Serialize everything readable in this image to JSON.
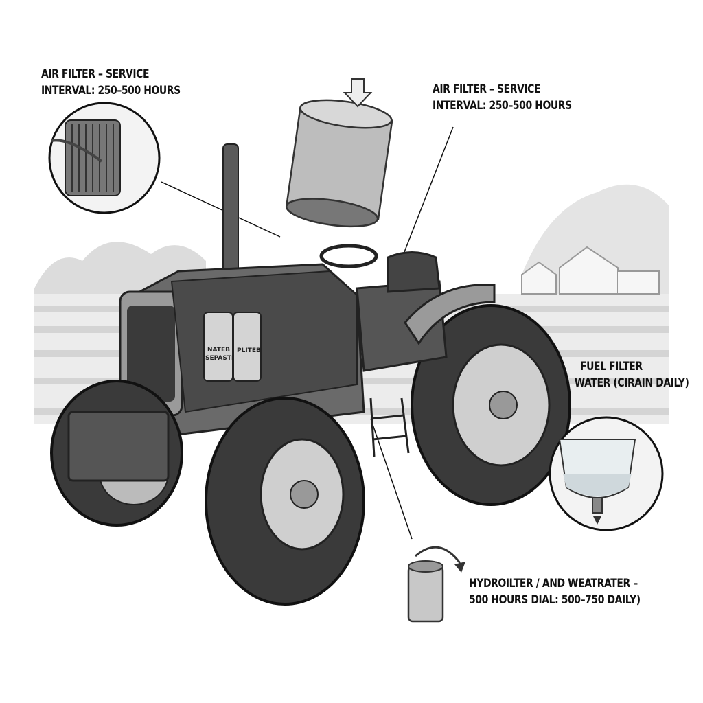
{
  "callouts": {
    "air_filter_left": {
      "line1": "AIR FILTER – SERVICE",
      "line2": "INTERVAL: 250–500 HOURS"
    },
    "air_filter_right": {
      "line1": "AIR FILTER – SERVICE",
      "line2": "INTERVAL: 250–500 HOURS"
    },
    "fuel_filter": {
      "line1": "FUEL FILTER",
      "line2": "WATER (CIRAIN DAILY)"
    },
    "hydraulic_filter": {
      "line1": "HYDROILTER / AND WEATRATER –",
      "line2": "500 HOURS DIAL: 500–750 DAILY)"
    }
  },
  "engine_tags": {
    "left_line1": "NATEB",
    "left_line2": "SEPASTID",
    "right": "PLITEB"
  },
  "colors": {
    "ink": "#111111",
    "tire": "#3a3a3a",
    "body": "#8a8a8a",
    "background_field": "#e6e6e6"
  }
}
